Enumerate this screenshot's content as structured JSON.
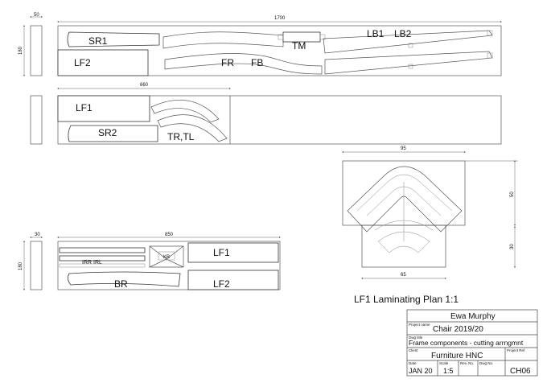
{
  "dimensions": {
    "top_width": "1700",
    "top_small": "50",
    "top_height": "180",
    "mid_width": "660",
    "bottom_width": "850",
    "bottom_small": "30",
    "bottom_height": "180",
    "plan_width": "95",
    "plan_height": "50",
    "plan_lower_height": "30",
    "plan_lower_width": "65"
  },
  "parts": {
    "sr1": "SR1",
    "lf2_top": "LF2",
    "fr": "FR",
    "fb": "FB",
    "tm": "TM",
    "lb1": "LB1",
    "lb2": "LB2",
    "lf1_mid": "LF1",
    "sr2": "SR2",
    "tr_tl": "TR,TL",
    "irr_irl": "IRR  IRL",
    "kb": "KB",
    "lf1_bottom": "LF1",
    "br": "BR",
    "lf2_bottom": "LF2"
  },
  "plan_title": "LF1 Laminating Plan 1:1",
  "title_block": {
    "name": "Ewa Murphy",
    "project_name_label": "Project name",
    "project_name": "Chair 2019/20",
    "dwg_title_label": "Dwg title",
    "dwg_title": "Frame components - cutting arrngmnt",
    "client_label": "Client",
    "client": "Furniture HNC",
    "project_ref_label": "Project Ref",
    "date_label": "Date",
    "date": "JAN 20",
    "scale_label": "Scale",
    "scale": "1:5",
    "rev_label": "Rev. No.",
    "dwg_no_label": "Dwg No.",
    "dwg_no": "CH06"
  }
}
